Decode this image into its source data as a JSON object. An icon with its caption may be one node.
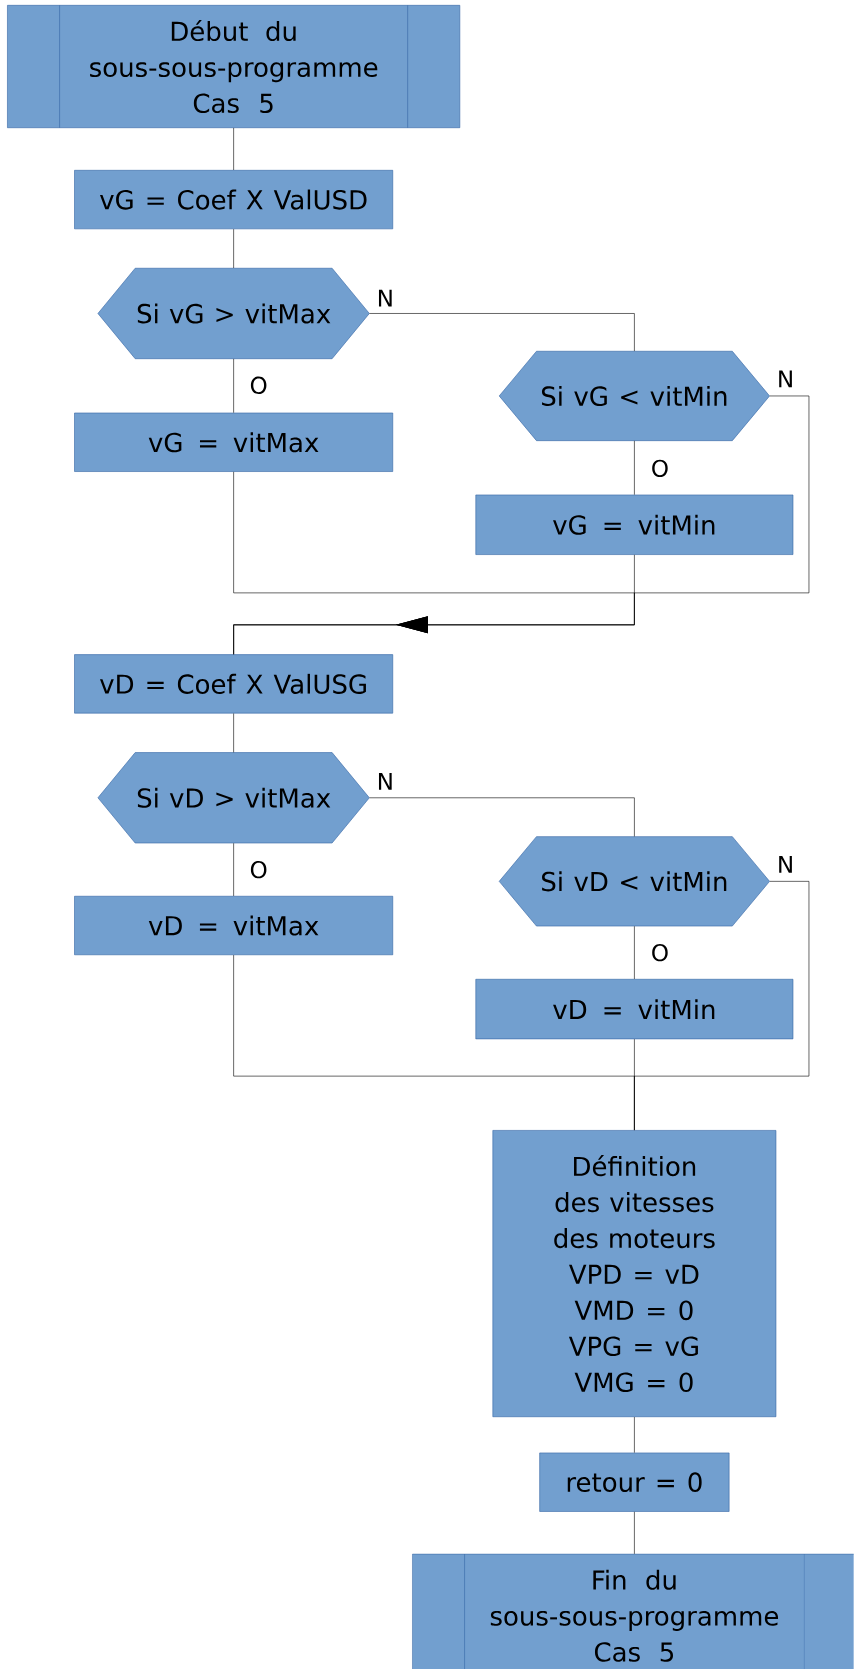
{
  "diagram": {
    "nodes": [
      {
        "text": [
          "Début du sous-sous-programme Cas 5"
        ]
      },
      {
        "text": [
          "vG = Coef X ValUSD"
        ]
      },
      {
        "text": [
          "Si vG > vitMax"
        ]
      },
      {
        "text": [
          "vG = vitMax"
        ]
      },
      {
        "text": [
          "Si vG < vitMin"
        ]
      },
      {
        "text": [
          "vG = vitMin"
        ]
      },
      {
        "text": [
          "vD = Coef X ValUSG"
        ]
      },
      {
        "text": [
          "Si vD > vitMax"
        ]
      },
      {
        "text": [
          "vD = vitMax"
        ]
      },
      {
        "text": [
          "Si vD < vitMin"
        ]
      },
      {
        "text": [
          "vD = vitMin"
        ]
      },
      {
        "text": [
          "Définition des vitesses des moteurs",
          "VPD = vD",
          "VMD = 0",
          "VPG = vG",
          "VMG = 0"
        ]
      },
      {
        "text": [
          "retour = 0"
        ]
      },
      {
        "text": [
          "Fin du sous-sous-programme Cas 5"
        ]
      }
    ],
    "edges": [
      {
        "from": 0,
        "to": 1,
        "arrow": "none"
      },
      {
        "from": 1,
        "to": 2,
        "arrow": "none"
      },
      {
        "from": 2,
        "to": 3,
        "arrow": "none",
        "label": "O"
      },
      {
        "from": 2,
        "to": 4,
        "arrow": "none",
        "label": "N"
      },
      {
        "from": 4,
        "to": 5,
        "arrow": "none",
        "label": "O"
      },
      {
        "from": 3,
        "to": 6,
        "arrow": "to"
      },
      {
        "from": 5,
        "to": 6,
        "arrow": "to"
      },
      {
        "from": 4,
        "to": 6,
        "arrow": "to",
        "label": "N"
      },
      {
        "from": 6,
        "to": 7,
        "arrow": "none"
      },
      {
        "from": 7,
        "to": 8,
        "arrow": "none",
        "label": "O"
      },
      {
        "from": 7,
        "to": 9,
        "arrow": "none",
        "label": "N"
      },
      {
        "from": 9,
        "to": 10,
        "arrow": "none",
        "label": "O"
      },
      {
        "from": 8,
        "to": 11,
        "arrow": "none"
      },
      {
        "from": 10,
        "to": 11,
        "arrow": "none"
      },
      {
        "from": 9,
        "to": 11,
        "arrow": "none",
        "label": "N"
      },
      {
        "from": 11,
        "to": 12,
        "arrow": "none"
      },
      {
        "from": 12,
        "to": 13,
        "arrow": "none"
      }
    ]
  }
}
